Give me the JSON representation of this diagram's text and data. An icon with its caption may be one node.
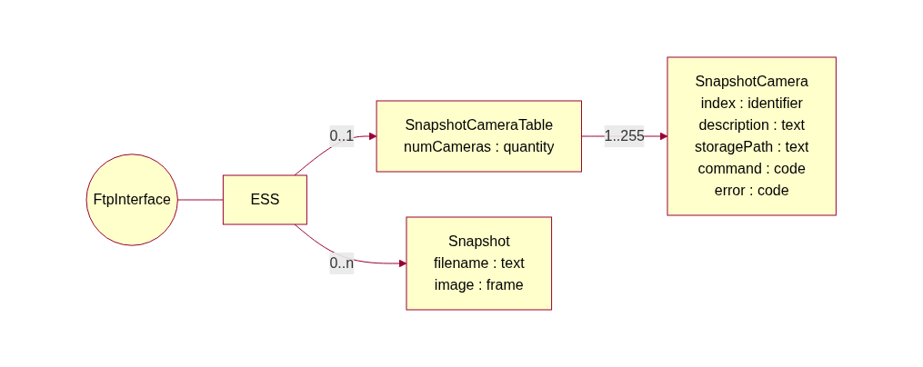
{
  "diagram": {
    "nodes": [
      {
        "text": [
          "FtpInterface"
        ]
      },
      {
        "text": [
          "ESS"
        ]
      },
      {
        "text": [
          "SnapshotCameraTable",
          "numCameras : quantity"
        ]
      },
      {
        "text": [
          "SnapshotCamera",
          "index : identifier",
          "description : text",
          "storagePath : text",
          "command : code",
          "error : code"
        ]
      },
      {
        "text": [
          "Snapshot",
          "filename : text",
          "image : frame"
        ]
      }
    ],
    "edges": [
      {
        "from": 0,
        "to": 1,
        "arrow": "none"
      },
      {
        "from": 1,
        "to": 2,
        "arrow": "to",
        "label": "0..1"
      },
      {
        "from": 2,
        "to": 3,
        "arrow": "to",
        "label": "1..255"
      },
      {
        "from": 1,
        "to": 4,
        "arrow": "to",
        "label": "0..n"
      }
    ]
  }
}
